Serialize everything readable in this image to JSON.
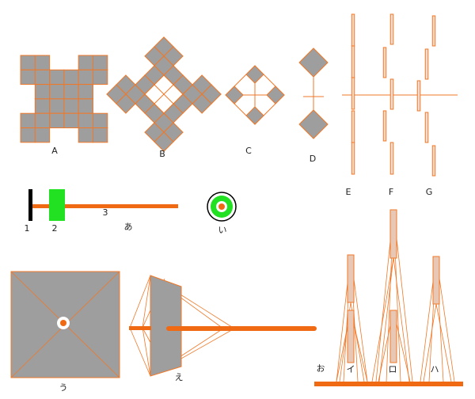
{
  "colors": {
    "tile_fill": "#9e9e9e",
    "tile_edge": "#f07828",
    "rod": "#f06a14",
    "green": "#22e022",
    "black": "#000000",
    "post_fill": "#e8c8b4"
  },
  "labels": {
    "A": "A",
    "B": "B",
    "C": "C",
    "D": "D",
    "E": "E",
    "F": "F",
    "G": "G",
    "n1": "1",
    "n2": "2",
    "n3": "3",
    "a": "あ",
    "i": "い",
    "u": "う",
    "e": "え",
    "o": "お",
    "ki": "イ",
    "kro": "ロ",
    "kha": "ハ"
  }
}
